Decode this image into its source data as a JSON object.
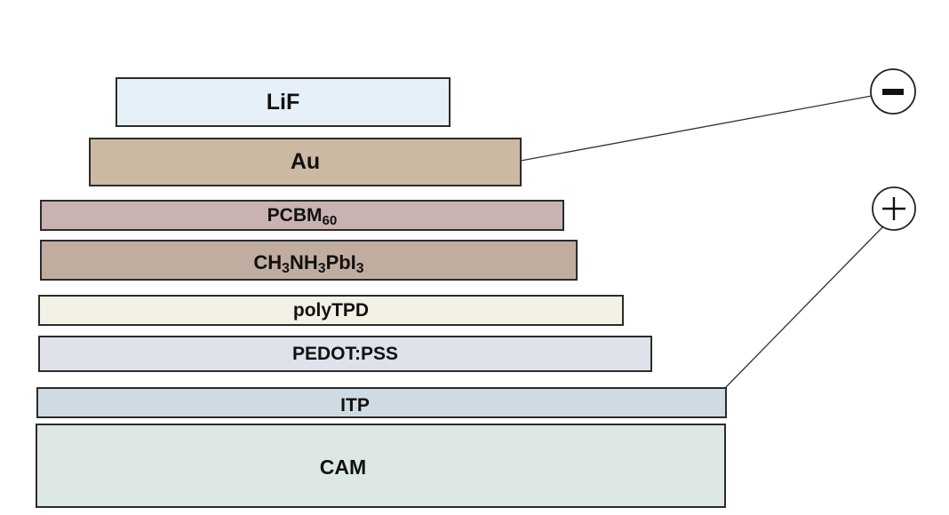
{
  "diagram": {
    "type": "device-layer-stack",
    "layers": [
      {
        "id": "lif",
        "label": "LiF",
        "color": "#e6f0f8"
      },
      {
        "id": "au",
        "label": "Au",
        "color": "#cbb9a3"
      },
      {
        "id": "pcbm",
        "label_main": "PCBM",
        "label_sub": "60",
        "color": "#c8b3b2"
      },
      {
        "id": "perovskite",
        "parts": [
          "CH",
          "3",
          "NH",
          "3",
          "PbI",
          "3"
        ],
        "color": "#c1ada0"
      },
      {
        "id": "polytpd",
        "label": "polyTPD",
        "color": "#f3f1e4"
      },
      {
        "id": "pedot",
        "label": "PEDOT:PSS",
        "color": "#dfe2ea"
      },
      {
        "id": "itp",
        "label": "ITP",
        "color": "#cfdbe2"
      },
      {
        "id": "cam",
        "label": "CAM",
        "color": "#dde8e3"
      }
    ],
    "terminals": {
      "negative": {
        "symbol": "−",
        "connected_to": "Au"
      },
      "positive": {
        "symbol": "+",
        "connected_to": "ITP"
      }
    }
  }
}
